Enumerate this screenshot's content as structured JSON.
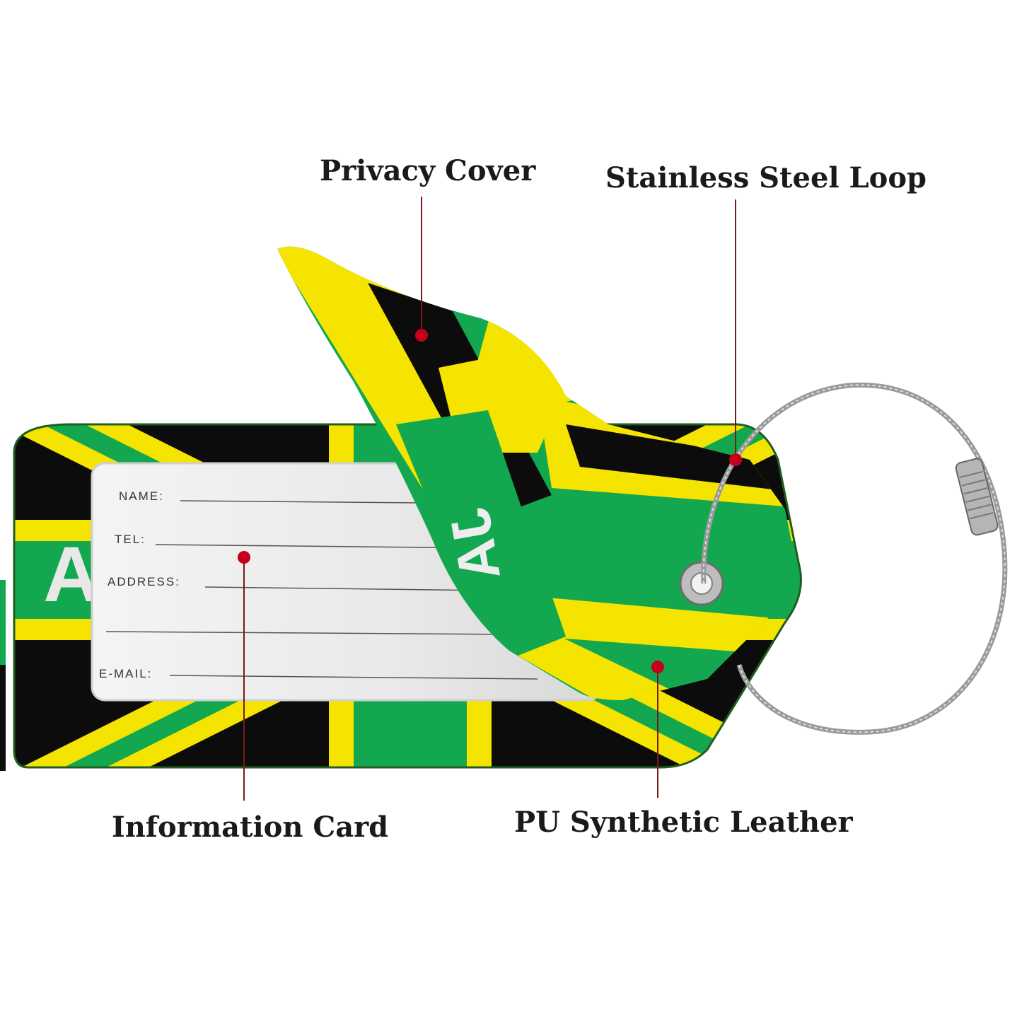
{
  "callouts": {
    "privacy_cover": "Privacy Cover",
    "stainless_steel_loop": "Stainless Steel Loop",
    "information_card": "Information Card",
    "pu_synthetic_leather": "PU Synthetic Leather"
  },
  "info_card_fields": {
    "name": "NAME:",
    "tel": "TEL:",
    "address": "ADDRESS:",
    "email": "E-MAIL:"
  },
  "colors": {
    "flag_green": "#13a850",
    "flag_yellow": "#f5e400",
    "flag_black": "#0c0c0c",
    "callout_line": "#7a1a1a",
    "callout_dot": "#c4001a",
    "label_text": "#1a1a1a"
  },
  "icons": {
    "loop": "steel-wire-loop",
    "eyelet": "metal-grommet"
  }
}
